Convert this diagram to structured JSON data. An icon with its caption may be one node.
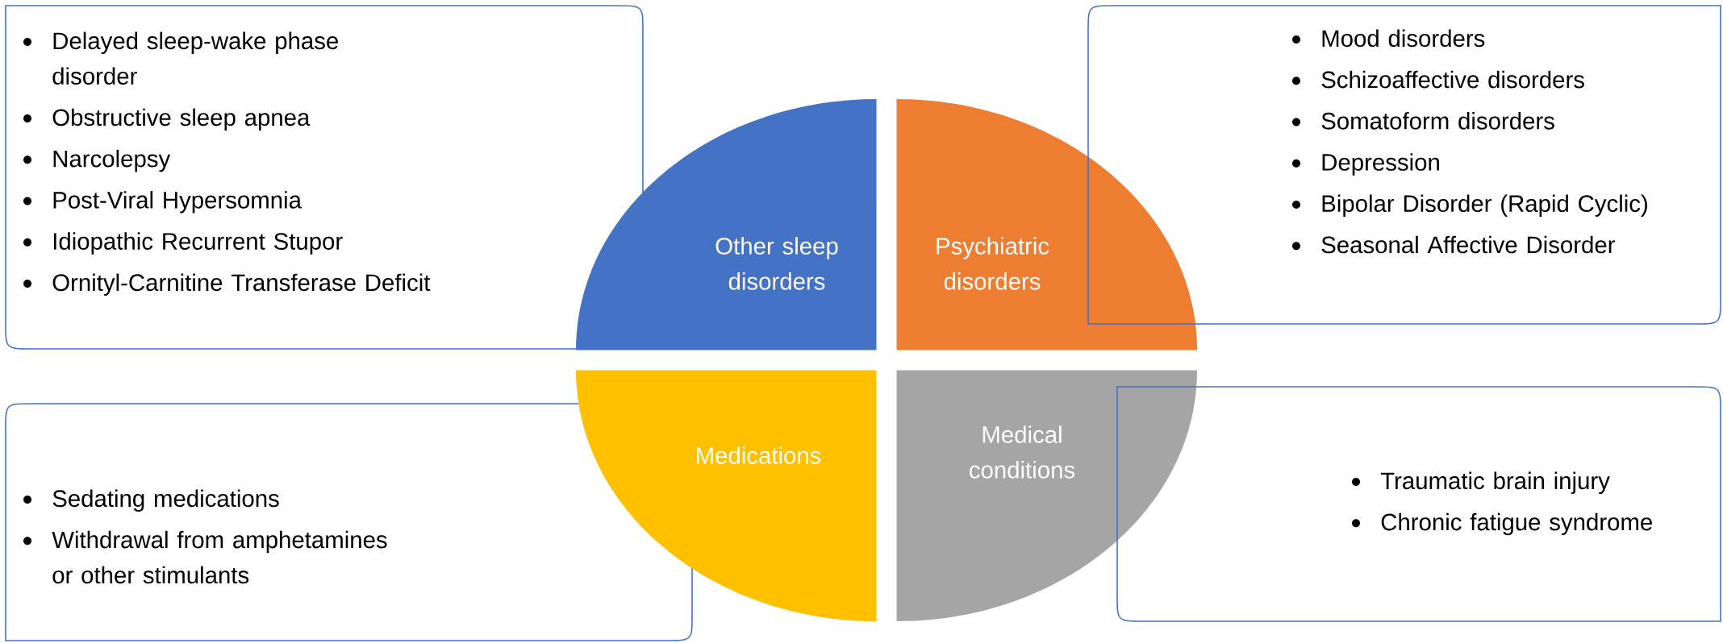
{
  "diagram": {
    "nodes": [
      {
        "text": [
          "Delayed sleep-wake phase disorder",
          "Obstructive sleep apnea",
          "Narcolepsy",
          "Post-Viral Hypersomnia",
          "Idiopathic Recurrent Stupor",
          "Ornityl-Carnitine Transferase Deficit"
        ]
      },
      {
        "text": [
          "Other sleep disorders"
        ]
      },
      {
        "text": [
          "Psychiatric disorders"
        ]
      },
      {
        "text": [
          "Mood disorders",
          "Schizoaffective disorders",
          "Somatoform disorders",
          "Depression",
          "Bipolar Disorder (Rapid Cyclic)",
          "Seasonal Affective Disorder"
        ]
      },
      {
        "text": [
          "Sedating medications",
          "Withdrawal from amphetamines or other stimulants"
        ]
      },
      {
        "text": [
          "Medications"
        ]
      },
      {
        "text": [
          "Medical conditions"
        ]
      },
      {
        "text": [
          "Traumatic brain injury",
          "Chronic fatigue syndrome"
        ]
      }
    ]
  }
}
